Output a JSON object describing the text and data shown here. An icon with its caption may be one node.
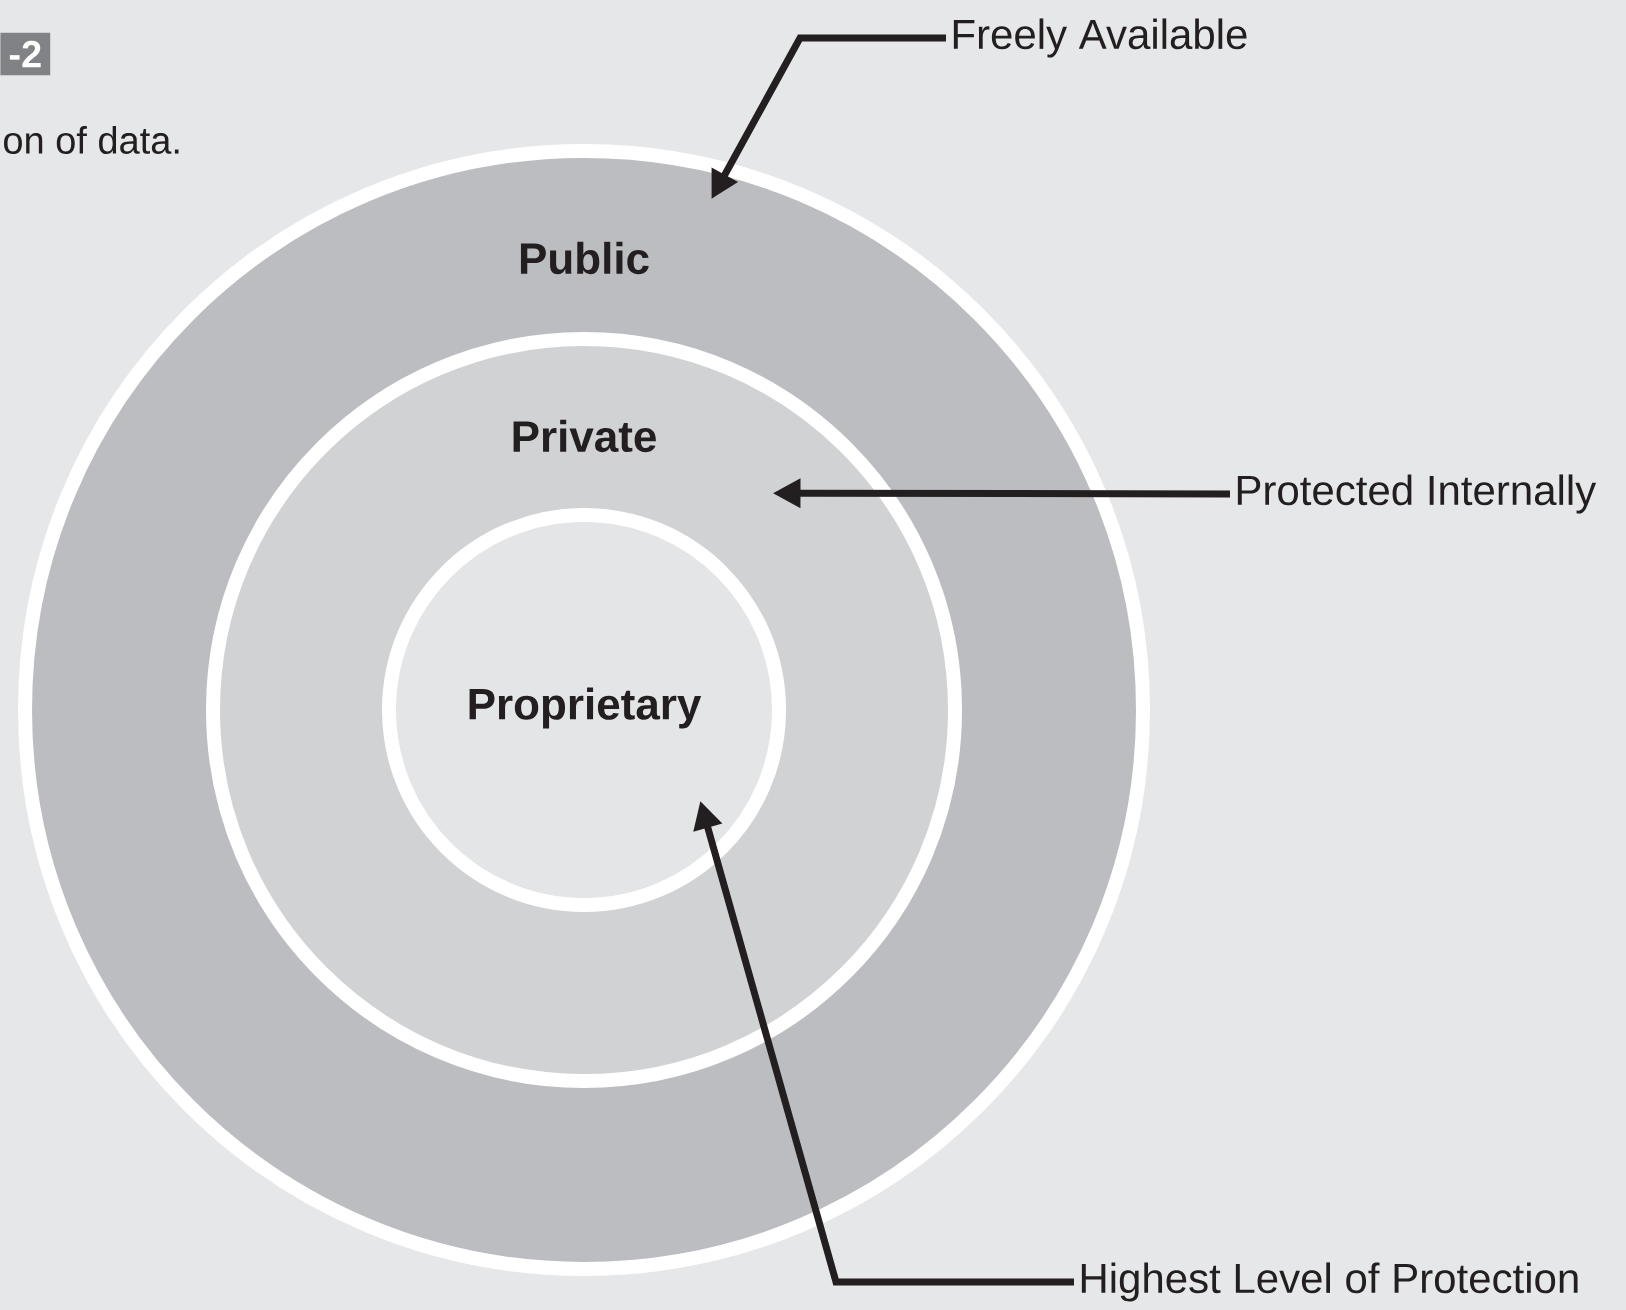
{
  "diagram": {
    "nodes": [
      {
        "text": [
          "Public"
        ]
      },
      {
        "text": [
          "Private"
        ],
        "in": 0
      },
      {
        "text": [
          "Proprietary"
        ],
        "in": 1
      },
      {
        "text": [
          "Freely Available"
        ]
      },
      {
        "text": [
          "Protected Internally"
        ]
      },
      {
        "text": [
          "Highest Level of Protection"
        ]
      }
    ],
    "edges": [
      {
        "from": 3,
        "to": 0,
        "arrow": "to"
      },
      {
        "from": 4,
        "to": 1,
        "arrow": "to"
      },
      {
        "from": 5,
        "to": 2,
        "arrow": "to"
      }
    ],
    "labels": [
      "-2",
      "on of data."
    ]
  }
}
